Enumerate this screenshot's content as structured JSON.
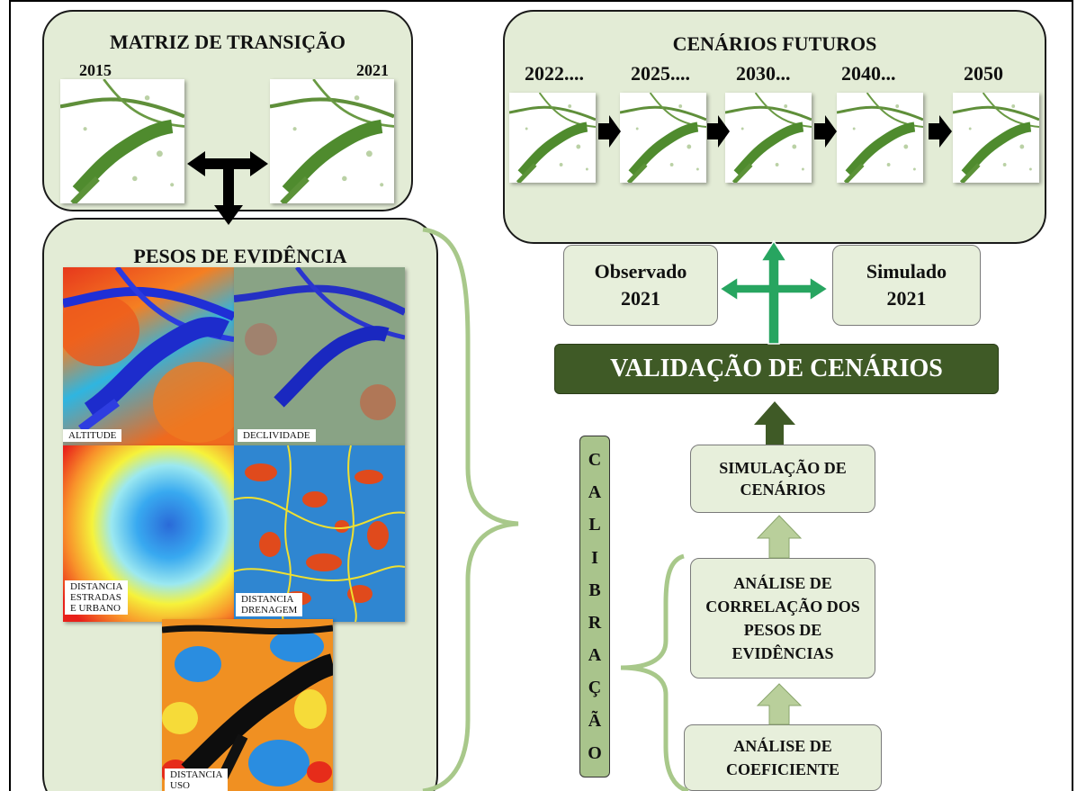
{
  "transition": {
    "title": "MATRIZ DE TRANSIÇÃO",
    "year_start": "2015",
    "year_end": "2021"
  },
  "future": {
    "title": "CENÁRIOS FUTUROS",
    "years": [
      "2022....",
      "2025....",
      "2030...",
      "2040...",
      "2050"
    ]
  },
  "weights": {
    "title": "PESOS DE EVIDÊNCIA",
    "maps": {
      "altitude": "ALTITUDE",
      "declividade": "DECLIVIDADE",
      "estradas": "DISTANCIA\nESTRADAS\nE URBANO",
      "drenagem": "DISTANCIA\nDRENAGEM",
      "uso": "DISTANCIA\nUSO"
    }
  },
  "validation": {
    "observed_label": "Observado",
    "observed_year": "2021",
    "simulated_label": "Simulado",
    "simulated_year": "2021",
    "title": "VALIDAÇÃO DE CENÁRIOS"
  },
  "steps": {
    "simulation": "SIMULAÇÃO DE CENÁRIOS",
    "correlation": "ANÁLISE DE CORRELAÇÃO DOS PESOS DE EVIDÊNCIAS",
    "coefficient": "ANÁLISE DE COEFICIENTE"
  },
  "calibration": [
    "C",
    "A",
    "L",
    "I",
    "B",
    "R",
    "A",
    "Ç",
    "Ã",
    "O"
  ],
  "colors": {
    "panel": "#e3ecd6",
    "dark_green": "#3f5a26",
    "arrow_green": "#27a560",
    "light_arrow": "#b9cf9b",
    "brace": "#a8c88a"
  }
}
